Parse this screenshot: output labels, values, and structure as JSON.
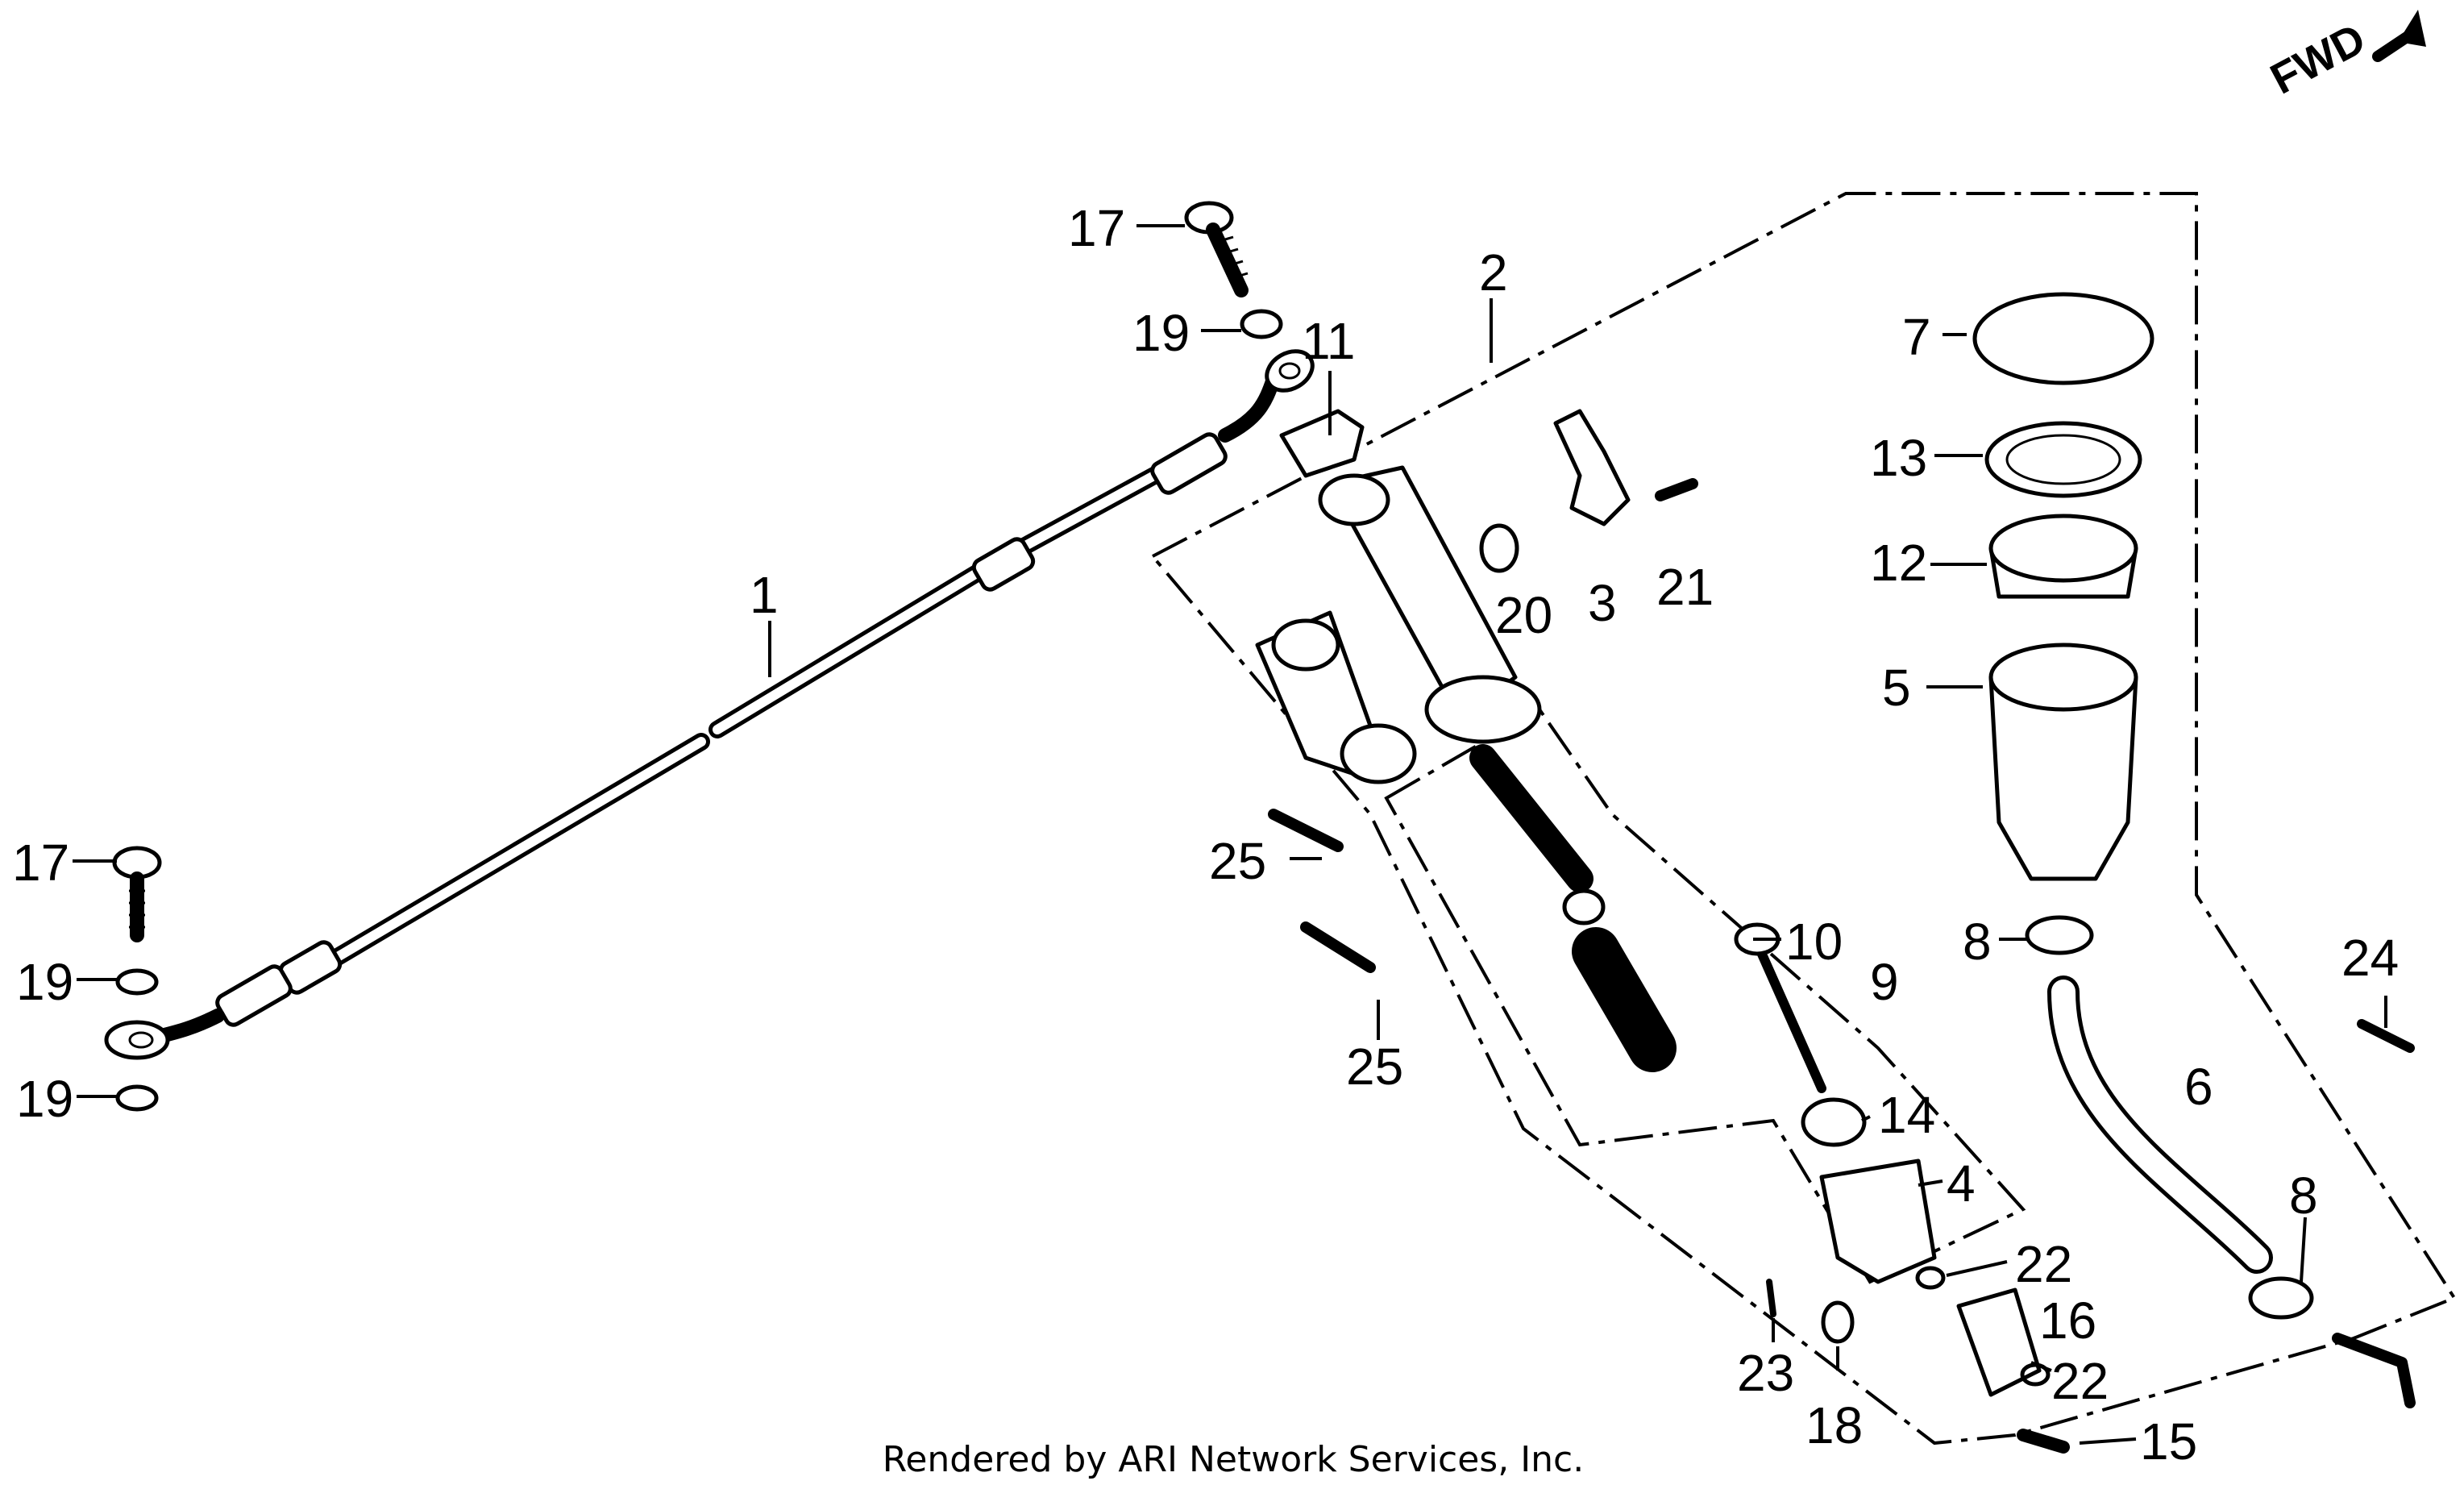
{
  "direction_label": "FWD",
  "footer_text": "Rendered by ARI Network Services, Inc.",
  "callouts": {
    "c1": "1",
    "c2": "2",
    "c3": "3",
    "c4": "4",
    "c5": "5",
    "c6": "6",
    "c7": "7",
    "c8a": "8",
    "c8b": "8",
    "c9": "9",
    "c10": "10",
    "c11": "11",
    "c12": "12",
    "c13": "13",
    "c14": "14",
    "c15": "15",
    "c16": "16",
    "c17a": "17",
    "c17b": "17",
    "c18": "18",
    "c19a": "19",
    "c19b": "19",
    "c19c": "19",
    "c20": "20",
    "c21": "21",
    "c22a": "22",
    "c22b": "22",
    "c23": "23",
    "c24": "24",
    "c25a": "25",
    "c25b": "25"
  }
}
